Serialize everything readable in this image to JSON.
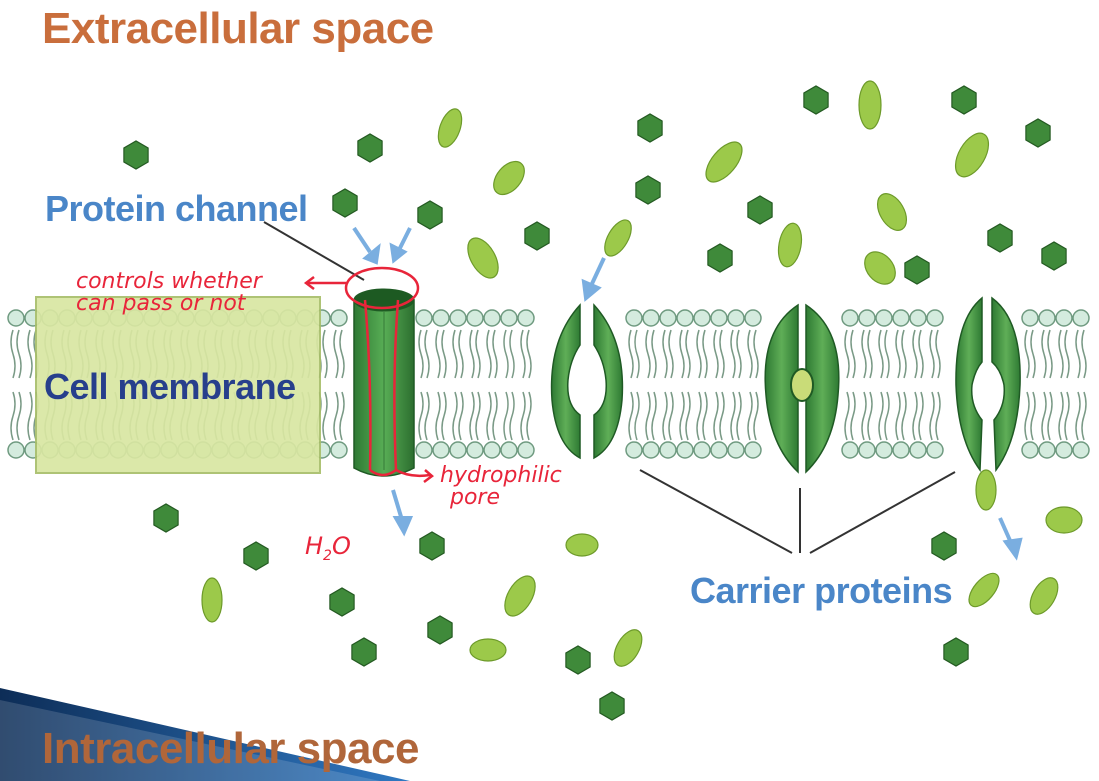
{
  "labels": {
    "extracellular": "Extracellular space",
    "intracellular": "Intracellular space",
    "protein_channel": "Protein channel",
    "cell_membrane": "Cell membrane",
    "carrier_proteins": "Carrier proteins"
  },
  "annotations": {
    "controls_line1": "controls whether",
    "controls_line2": "can pass or not",
    "hydrophilic_line1": "hydrophilic",
    "hydrophilic_line2": "pore",
    "water": "H",
    "water_sub": "2",
    "water_end": "O"
  },
  "colors": {
    "extracellular_label": "#c96e3c",
    "protein_label": "#4a86c8",
    "membrane_label": "#273f8c",
    "annotation_ink": "#e8253a",
    "hexagon": "#3f8a3a",
    "ellipse": "#9cc94a",
    "protein": "#3f913f",
    "lipid_head": "#d4ebde",
    "lipid_edge": "#6f9a80",
    "arrow": "#7aaee0"
  }
}
